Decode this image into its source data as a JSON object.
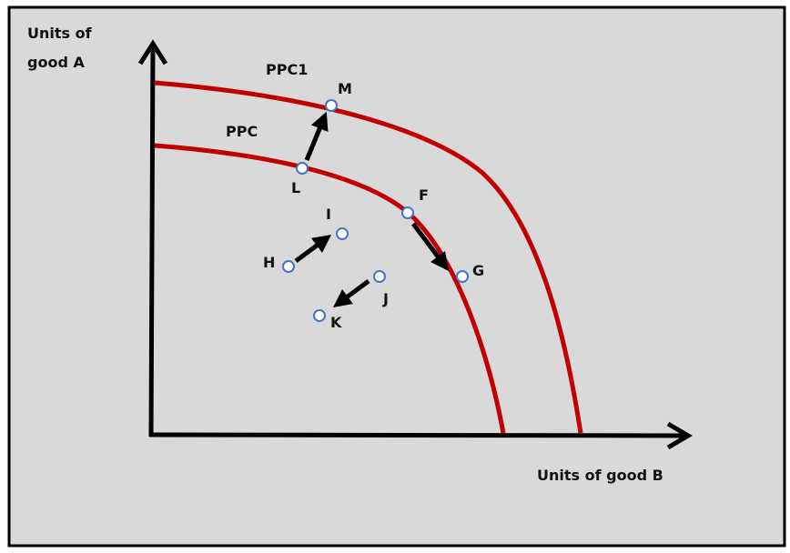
{
  "axes": {
    "y_label_line1": "Units of",
    "y_label_line2": "good A",
    "x_label": "Units of good B"
  },
  "curves": {
    "ppc": "PPC",
    "ppc1": "PPC1"
  },
  "points": {
    "M": "M",
    "L": "L",
    "F": "F",
    "G": "G",
    "H": "H",
    "I": "I",
    "J": "J",
    "K": "K"
  },
  "colors": {
    "curve": "#c00000",
    "background": "#d9d9d9",
    "point_stroke": "#4472c4"
  }
}
